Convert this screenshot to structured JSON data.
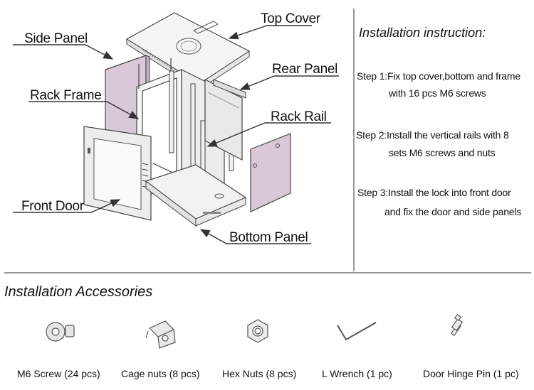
{
  "diagram": {
    "labels": {
      "top_cover": "Top Cover",
      "side_panel": "Side Panel",
      "rear_panel": "Rear Panel",
      "rack_frame": "Rack Frame",
      "rack_rail": "Rack Rail",
      "front_door": "Front Door",
      "bottom_panel": "Bottom Panel"
    }
  },
  "instructions": {
    "heading": "Installation instruction:",
    "step1_line1": "Step 1:Fix top cover,bottom and frame",
    "step1_line2": "with 16 pcs M6 screws",
    "step2_line1": "Step 2:Install the vertical rails with 8",
    "step2_line2": "sets M6 screws and nuts",
    "step3_line1": "Step 3:Install the lock into front door",
    "step3_line2": "and fix the door and side panels"
  },
  "accessories": {
    "title": "Installation Accessories",
    "items": [
      {
        "label": "M6 Screw (24 pcs)",
        "icon": "screw-icon"
      },
      {
        "label": "Cage nuts (8 pcs)",
        "icon": "cage-nut-icon"
      },
      {
        "label": "Hex Nuts (8 pcs)",
        "icon": "hex-nut-icon"
      },
      {
        "label": "L Wrench (1 pc)",
        "icon": "l-wrench-icon"
      },
      {
        "label": "Door Hinge Pin (1 pc)",
        "icon": "hinge-pin-icon"
      }
    ]
  },
  "colors": {
    "panel_fill": "#d9c8d8",
    "line": "#333333",
    "frame_fill": "#f2f2f2"
  }
}
